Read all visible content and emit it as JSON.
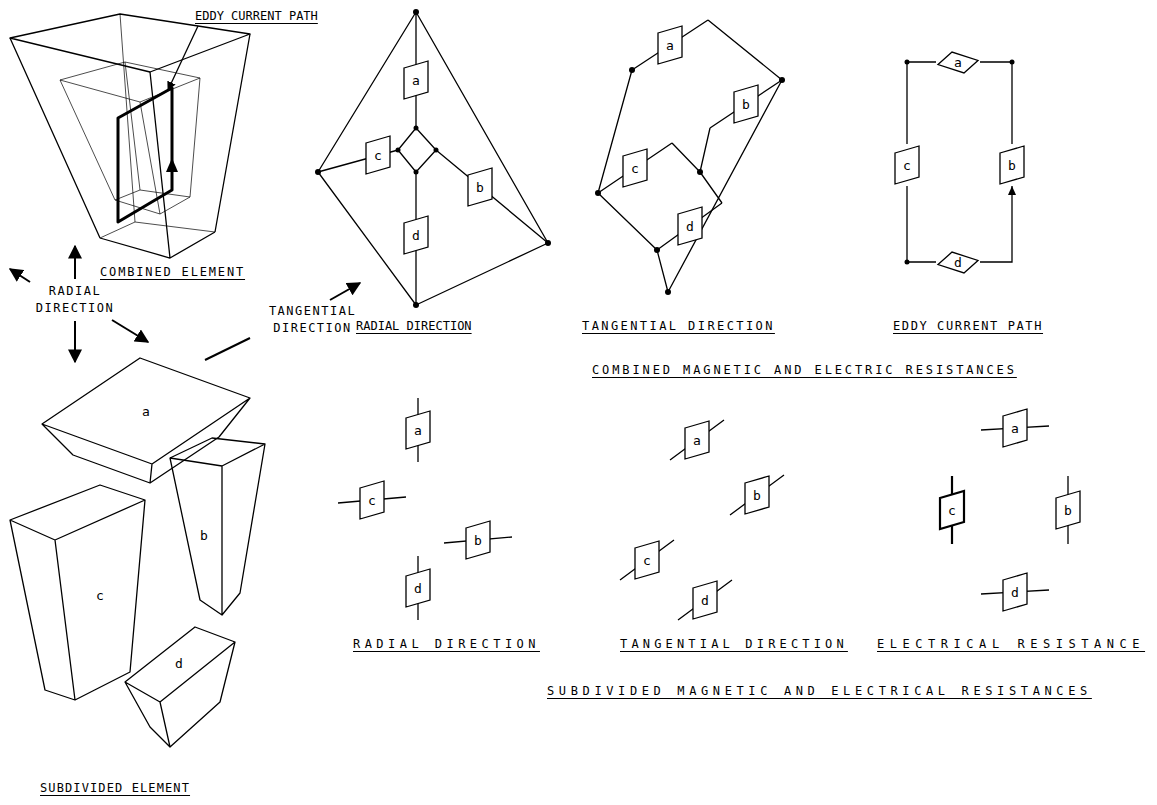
{
  "diagram": {
    "nodes": [
      {
        "text": [
          "a"
        ]
      },
      {
        "text": [
          "c"
        ]
      },
      {
        "text": [
          "b"
        ]
      },
      {
        "text": [
          "d"
        ]
      },
      {
        "text": [
          "a"
        ]
      },
      {
        "text": [
          "b"
        ]
      },
      {
        "text": [
          "c"
        ]
      },
      {
        "text": [
          "d"
        ]
      },
      {
        "text": [
          "a"
        ]
      },
      {
        "text": [
          "c"
        ]
      },
      {
        "text": [
          "b"
        ]
      },
      {
        "text": [
          "d"
        ]
      },
      {
        "text": [
          "a"
        ]
      },
      {
        "text": [
          "c"
        ]
      },
      {
        "text": [
          "b"
        ]
      },
      {
        "text": [
          "d"
        ]
      },
      {
        "text": [
          "a"
        ]
      },
      {
        "text": [
          "b"
        ]
      },
      {
        "text": [
          "c"
        ]
      },
      {
        "text": [
          "d"
        ]
      },
      {
        "text": [
          "a"
        ]
      },
      {
        "text": [
          "c"
        ]
      },
      {
        "text": [
          "b"
        ]
      },
      {
        "text": [
          "d"
        ]
      }
    ],
    "edges": [
      {
        "from": 8,
        "to": 10,
        "arrow": "none"
      },
      {
        "from": 11,
        "to": 10,
        "arrow": "to"
      },
      {
        "from": 9,
        "to": 11,
        "arrow": "none"
      },
      {
        "from": 9,
        "to": 8,
        "arrow": "none"
      }
    ],
    "labels": [
      "EDDY CURRENT PATH",
      "COMBINED ELEMENT",
      "RADIAL DIRECTION",
      "TANGENTIAL DIRECTION",
      "RADIAL DIRECTION",
      "TANGENTIAL DIRECTION",
      "EDDY CURRENT PATH",
      "COMBINED MAGNETIC AND ELECTRIC RESISTANCES",
      "a",
      "b",
      "c",
      "d",
      "RADIAL DIRECTION",
      "TANGENTIAL DIRECTION",
      "ELECTRICAL RESISTANCE",
      "SUBDIVIDED MAGNETIC AND ELECTRICAL RESISTANCES",
      "SUBDIVIDED ELEMENT"
    ]
  }
}
